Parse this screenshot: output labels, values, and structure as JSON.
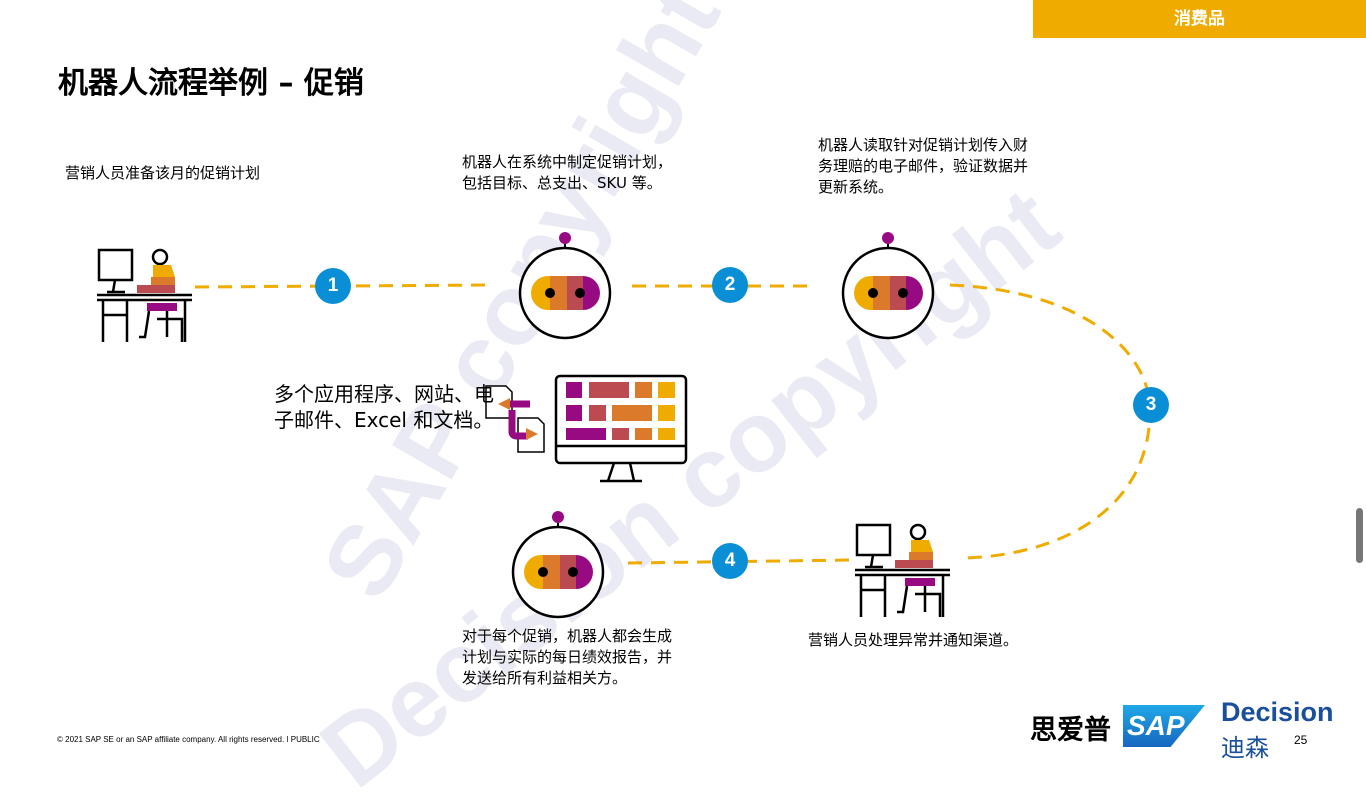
{
  "header": {
    "tag": "消费品",
    "title": "机器人流程举例 – 促销"
  },
  "watermarks": [
    "SAP copyright",
    "Decision copyright"
  ],
  "steps": [
    {
      "number": "1",
      "caption": "营销人员准备该月的促销计划"
    },
    {
      "number": "2",
      "caption": "机器人在系统中制定促销计划，包括目标、总支出、SKU 等。"
    },
    {
      "number": "3",
      "caption": "机器人读取针对促销计划传入财务理赔的电子邮件，验证数据并更新系统。"
    },
    {
      "number": "4",
      "caption": "对于每个促销，机器人都会生成计划与实际的每日绩效报告，并发送给所有利益相关方。"
    }
  ],
  "apps_caption": "多个应用程序、网站、电子邮件、Excel 和文档。",
  "exception_caption": "营销人员处理异常并通知渠道。",
  "footer": {
    "copyright": "© 2021 SAP SE or an SAP affiliate company. All rights reserved.  ǀ  PUBLIC",
    "page": "25"
  },
  "logos": {
    "siaipu": "思爱普",
    "sap": "SAP",
    "decision": "Decision",
    "dison": "迪森"
  },
  "colors": {
    "accent": "#f0ab00",
    "blue": "#0a8fd6",
    "purple": "#970a82",
    "red": "#bb4b50",
    "orange": "#dc7a2b"
  }
}
